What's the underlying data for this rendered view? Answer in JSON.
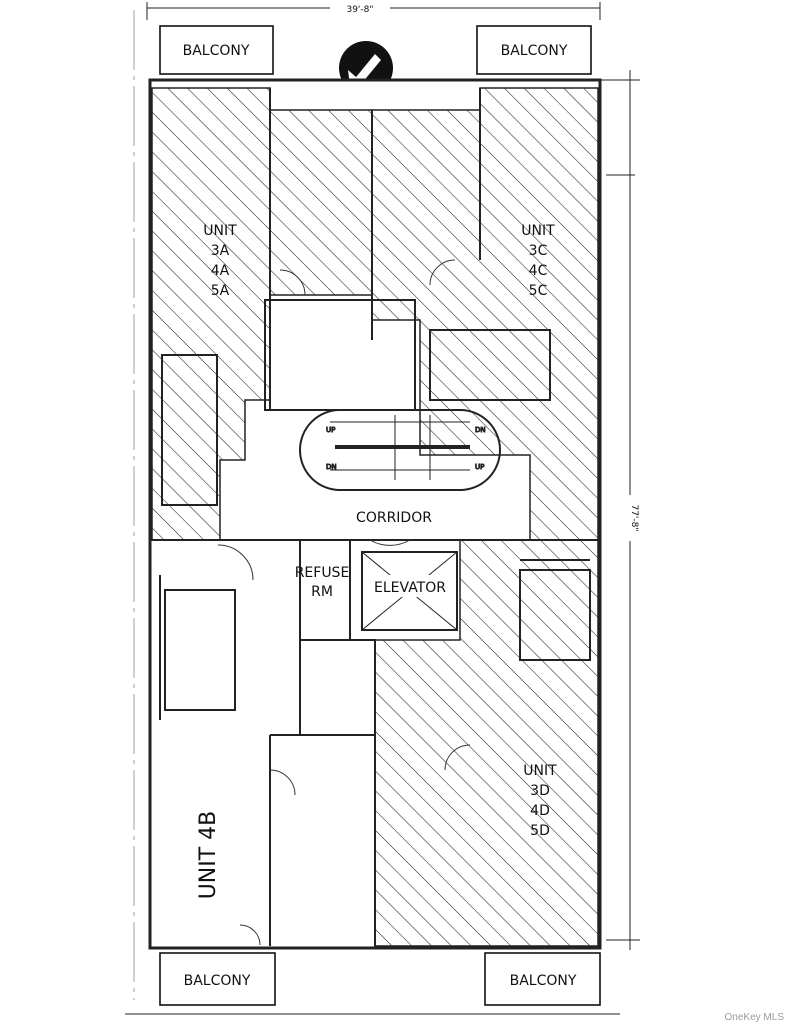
{
  "plan": {
    "dimensions": {
      "top": "39'-8\"",
      "right": "77'-8\""
    },
    "balconies": [
      "BALCONY",
      "BALCONY",
      "BALCONY",
      "BALCONY"
    ],
    "units": {
      "a": [
        "UNIT",
        "3A",
        "4A",
        "5A"
      ],
      "c": [
        "UNIT",
        "3C",
        "4C",
        "5C"
      ],
      "d": [
        "UNIT",
        "3D",
        "4D",
        "5D"
      ],
      "b": "UNIT 4B"
    },
    "corridor": "CORRIDOR",
    "refuse": [
      "REFUSE",
      "RM"
    ],
    "elevator": "ELEVATOR",
    "stair": {
      "up": "UP",
      "dn": "DN"
    },
    "north_arrow_icon": "north-arrow-icon"
  },
  "watermark": "OneKey MLS"
}
